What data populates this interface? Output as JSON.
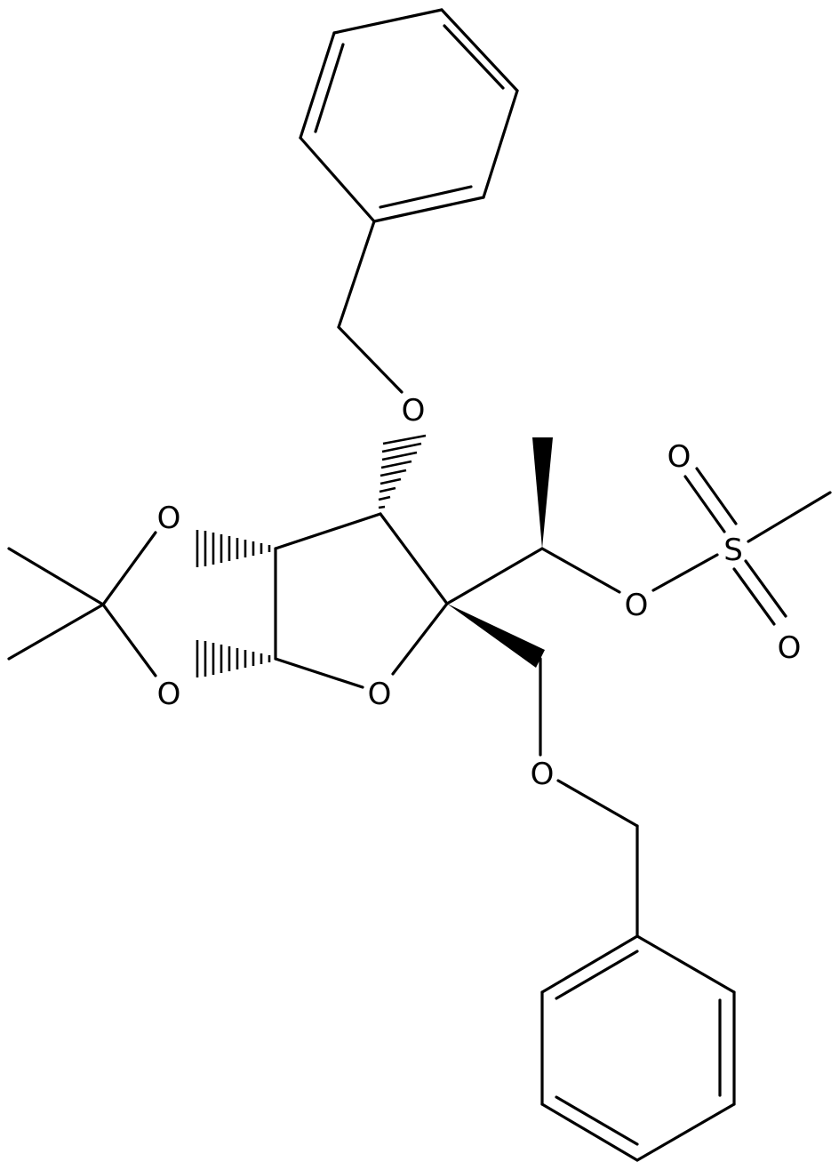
{
  "atoms": {
    "O_benzyloxy_upper": "O",
    "O_dioxolane_upper": "O",
    "O_dioxolane_lower": "O",
    "O_ring": "O",
    "O_mesylate_ester": "O",
    "S_sulfonyl": "S",
    "O_sulfonyl_upper": "O",
    "O_sulfonyl_lower": "O",
    "O_benzyloxy_lower": "O"
  },
  "colors": {
    "ink": "#000000",
    "background": "#ffffff"
  }
}
